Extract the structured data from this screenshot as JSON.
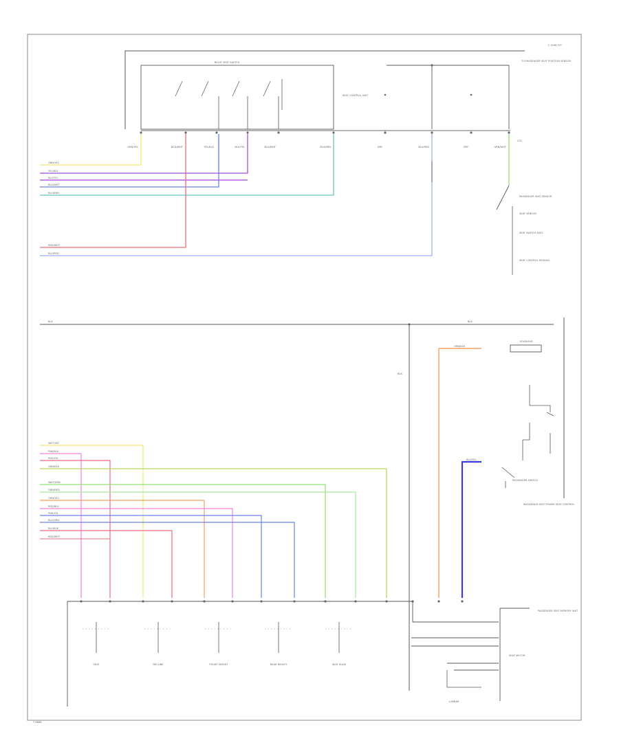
{
  "palette": {
    "frame": "#888888",
    "black": "#555555",
    "yellow": "#f2e870",
    "violet": "#9a4de0",
    "purple": "#a040e0",
    "blue": "#6a7ef0",
    "lightblue": "#9bb0f2",
    "teal": "#66c0c0",
    "red": "#f06a7a",
    "pink": "#f080e0",
    "orange": "#f4a060",
    "green": "#90e070",
    "ltgreen": "#a8e89a",
    "olive": "#b8d860",
    "darkblue": "#3a3ae0"
  },
  "page": {
    "corner_code": "C 1996 TYT",
    "footer_code": "Y 8668"
  },
  "top_section": {
    "switch_box_label": "RIGHT SEAT SWITCH",
    "control_unit_label": "SEAT CONTROL UNIT",
    "connector_label": "C51",
    "feed_label": "TO PASSENGER SEAT POSITION SENSOR",
    "pins": [
      "GRN/YEL",
      "RED/WHT",
      "YEL/BLK",
      "BLU/YEL",
      "BLU/WHT",
      "BLU/BRN",
      "GRY",
      "BLU/RED",
      "GRY",
      "GRN/WHT"
    ],
    "harness_wires": [
      "GRN/YEL",
      "YEL/BLK",
      "BLU/YEL",
      "BLU/WHT",
      "BLU/BRN"
    ],
    "harness_wires_b": [
      "RED/WHT",
      "BLU/RED"
    ],
    "right_components": [
      "PASSENGER SEAT SENSOR",
      "SEAT SENSOR",
      "SEAT SWITCH ASSY",
      "SEAT CONTROL MODULE"
    ]
  },
  "bottom_section": {
    "bus_label": "BLK",
    "bus_right_label": "BLK",
    "vertical_label": "BLK",
    "orange_wire": "ORN/BLK",
    "blue_wire": "BLU/YEL",
    "wire_group_a": [
      "WHT/YEL",
      "PNK/BLK",
      "RED/YEL",
      "GRN/BLK"
    ],
    "wire_group_b": [
      "WHT/GRN",
      "GRN/RED",
      "ORN/YEL",
      "RED/BLU",
      "PNK/YEL",
      "BLU/GRN",
      "BLU/BLK",
      "RED/WHT"
    ],
    "motors": [
      "SEAT",
      "RECLINE",
      "FRONT HEIGHT",
      "REAR HEIGHT",
      "SEAT SLIDE"
    ],
    "lumbar": "LUMBAR",
    "right_components": [
      "SOLENOID",
      "PASSENGER SWITCH",
      "PASSENGER SEAT POWER SEAT CONTROL"
    ],
    "bottom_right_components": [
      "PASSENGER SEAT MEMORY UNIT",
      "SEAT MOTOR"
    ]
  }
}
